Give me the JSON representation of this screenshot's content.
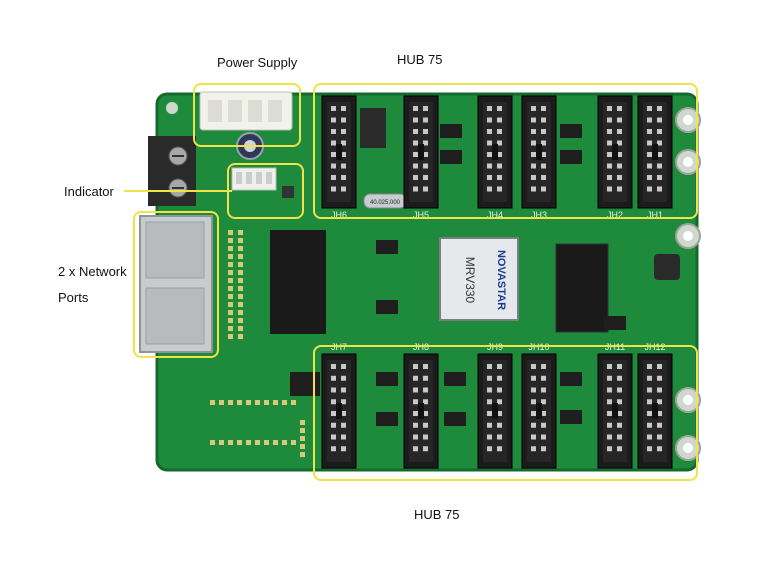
{
  "labels": {
    "power_supply": "Power Supply",
    "hub_top": "HUB 75",
    "hub_bottom": "HUB 75",
    "indicator": "Indicator",
    "network_line1": "2 x Network",
    "network_line2": "Ports"
  },
  "board": {
    "chip_brand": "NOVASTAR",
    "chip_model": "MRV330",
    "crystal": "40.025.000",
    "port_labels_top": [
      "JH6",
      "JH5",
      "JH4",
      "JH3",
      "JH2",
      "JH1"
    ],
    "port_labels_bottom": [
      "JH7",
      "JH8",
      "JH9",
      "JH10",
      "JH11",
      "JH12"
    ]
  },
  "colors": {
    "pcb": "#1d8a3c",
    "pcb_dark": "#136a2c",
    "highlight": "#f0e24a",
    "connector": "#1b1b1b"
  }
}
